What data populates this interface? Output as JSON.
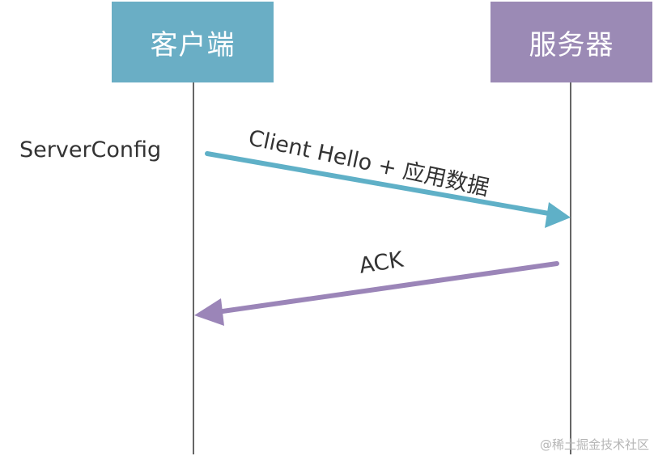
{
  "participants": {
    "client": {
      "label": "客户端",
      "color": "#6aaec5"
    },
    "server": {
      "label": "服务器",
      "color": "#9b8ab5"
    }
  },
  "notes": {
    "server_config": "ServerConfig"
  },
  "messages": [
    {
      "label": "Client Hello + 应用数据",
      "from": "client",
      "to": "server",
      "color": "#5fb0c7"
    },
    {
      "label": "ACK",
      "from": "server",
      "to": "client",
      "color": "#9b85b8"
    }
  ],
  "colors": {
    "lifeline": "#333333",
    "text": "#333333"
  },
  "watermark": "@稀土掘金技术社区"
}
